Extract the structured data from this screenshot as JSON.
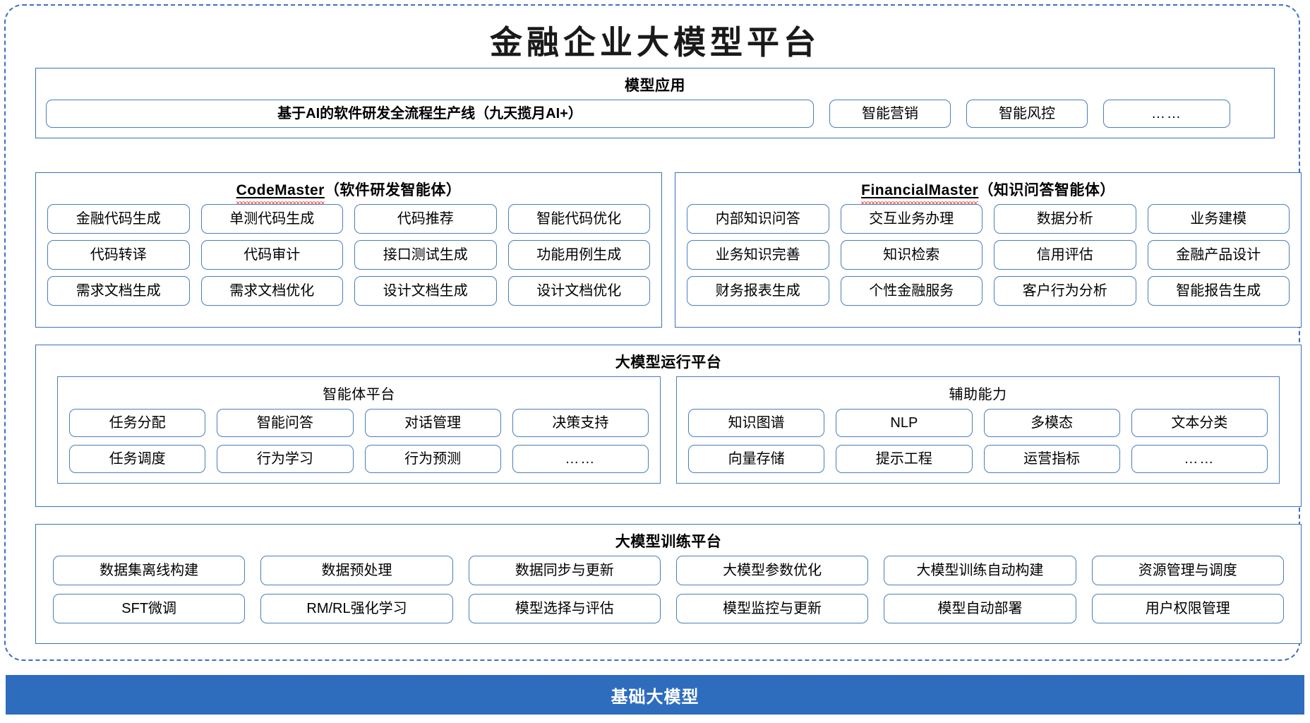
{
  "title": "金融企业大模型平台",
  "colors": {
    "frame_dashed": "#3c6fc4",
    "panel_border": "#3a72b8",
    "pill_border": "#4a7ebb",
    "base_bar_bg": "#2e6cbe",
    "spell_underline": "#e02020"
  },
  "sections": {
    "app": {
      "title": "模型应用",
      "items": [
        "基于AI的软件研发全流程生产线（九天揽月AI+）",
        "智能营销",
        "智能风控",
        "……"
      ]
    },
    "code_master": {
      "title_name": "CodeMaster",
      "title_suffix": "（软件研发智能体）",
      "rows": [
        [
          "金融代码生成",
          "单测代码生成",
          "代码推荐",
          "智能代码优化"
        ],
        [
          "代码转译",
          "代码审计",
          "接口测试生成",
          "功能用例生成"
        ],
        [
          "需求文档生成",
          "需求文档优化",
          "设计文档生成",
          "设计文档优化"
        ]
      ]
    },
    "financial_master": {
      "title_name": "FinancialMaster",
      "title_suffix": "（知识问答智能体）",
      "rows": [
        [
          "内部知识问答",
          "交互业务办理",
          "数据分析",
          "业务建模"
        ],
        [
          "业务知识完善",
          "知识检索",
          "信用评估",
          "金融产品设计"
        ],
        [
          "财务报表生成",
          "个性金融服务",
          "客户行为分析",
          "智能报告生成"
        ]
      ]
    },
    "run_platform": {
      "title": "大模型运行平台",
      "agent_platform": {
        "title": "智能体平台",
        "rows": [
          [
            "任务分配",
            "智能问答",
            "对话管理",
            "决策支持"
          ],
          [
            "任务调度",
            "行为学习",
            "行为预测",
            "……"
          ]
        ]
      },
      "support_capability": {
        "title": "辅助能力",
        "rows": [
          [
            "知识图谱",
            "NLP",
            "多模态",
            "文本分类"
          ],
          [
            "向量存储",
            "提示工程",
            "运营指标",
            "……"
          ]
        ]
      }
    },
    "train_platform": {
      "title": "大模型训练平台",
      "rows": [
        [
          "数据集离线构建",
          "数据预处理",
          "数据同步与更新",
          "大模型参数优化",
          "大模型训练自动构建",
          "资源管理与调度"
        ],
        [
          "SFT微调",
          "RM/RL强化学习",
          "模型选择与评估",
          "模型监控与更新",
          "模型自动部署",
          "用户权限管理"
        ]
      ]
    }
  },
  "base_bar": {
    "label": "基础大模型"
  }
}
